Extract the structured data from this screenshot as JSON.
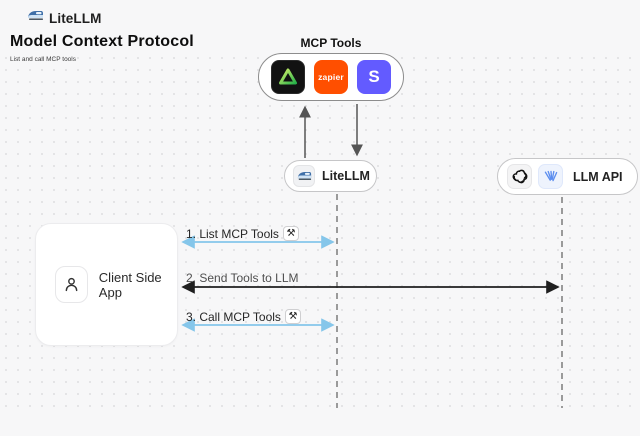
{
  "header": {
    "brand": "LiteLLM"
  },
  "title": {
    "heading": "Model Context Protocol",
    "subtitle": "List and call MCP tools"
  },
  "mcp": {
    "label": "MCP Tools",
    "tools": [
      {
        "name": "green-triangle-tool"
      },
      {
        "name": "zapier",
        "text": "zapier"
      },
      {
        "name": "stripe",
        "text": "S"
      }
    ]
  },
  "nodes": {
    "litellm": {
      "label": "LiteLLM"
    },
    "llm_api": {
      "label": "LLM API"
    },
    "client": {
      "label": "Client Side App"
    }
  },
  "arrows": [
    {
      "label": "1. List MCP Tools",
      "icon": "⚒",
      "color": "#85c6ea"
    },
    {
      "label": "2. Send Tools to LLM",
      "color": "#1f1f1f"
    },
    {
      "label": "3. Call MCP Tools",
      "icon": "⚒",
      "color": "#85c6ea"
    }
  ],
  "colors": {
    "background": "#f7f7f8",
    "blue_arrow": "#85c6ea",
    "dark_arrow": "#1f1f1f",
    "lifeline": "#9a9a9a",
    "zapier_orange": "#ff4f00",
    "stripe_purple": "#635bff"
  }
}
